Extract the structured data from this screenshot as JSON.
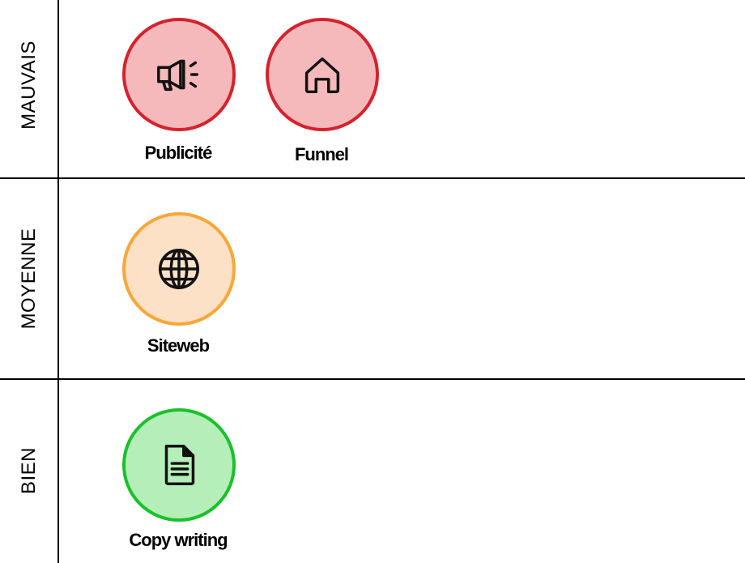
{
  "rows": [
    {
      "label": "MAUVAIS",
      "items": [
        {
          "label": "Publicité",
          "icon": "megaphone-icon"
        },
        {
          "label": "Funnel",
          "icon": "home-icon"
        }
      ],
      "fill": "#f5b9bb",
      "border": "#d6222d"
    },
    {
      "label": "MOYENNE",
      "items": [
        {
          "label": "Siteweb",
          "icon": "globe-icon"
        }
      ],
      "fill": "#fde1c6",
      "border": "#f8a737"
    },
    {
      "label": "BIEN",
      "items": [
        {
          "label": "Copy writing",
          "icon": "document-icon"
        }
      ],
      "fill": "#b5eeb8",
      "border": "#19c12a"
    }
  ]
}
